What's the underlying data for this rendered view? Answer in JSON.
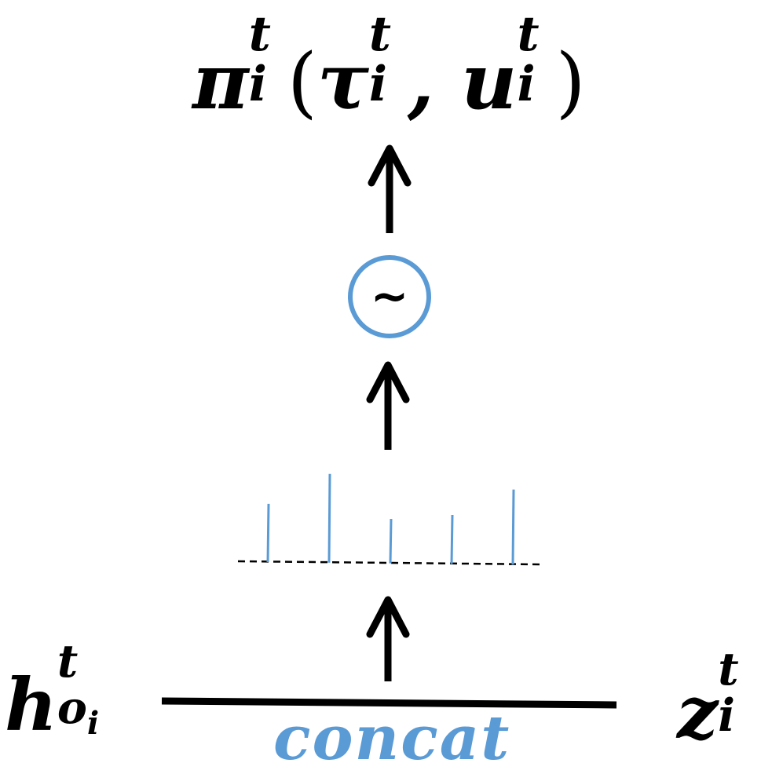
{
  "output": {
    "pi": "π",
    "pi_sup": "t",
    "pi_sub": "i",
    "open_paren": "(",
    "tau": "τ",
    "tau_sup": "t",
    "tau_sub": "i",
    "comma": ", ",
    "u": "u",
    "u_sup": "t",
    "u_sub": "i",
    "close_paren": ")"
  },
  "left_input": {
    "h": "h",
    "h_sup": "t",
    "h_sub": "o",
    "h_subsub": "i"
  },
  "right_input": {
    "z": "z",
    "z_sup": "t",
    "z_sub": "i"
  },
  "concat_label": "concat",
  "sampling_symbol": "~",
  "colors": {
    "accent": "#5b9bd5",
    "ink": "#000000"
  },
  "distribution_bars": [
    0.38,
    0.58,
    0.29,
    0.32,
    0.49
  ]
}
